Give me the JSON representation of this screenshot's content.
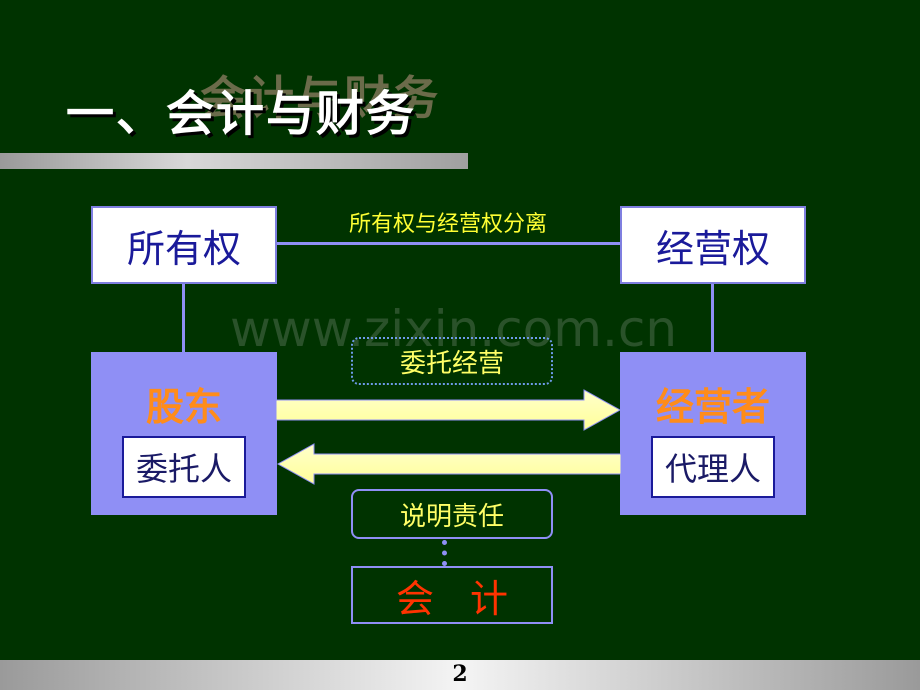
{
  "title": "一、会计与财务",
  "title_shadow": "会计与财务",
  "watermark": "www.zixin.com.cn",
  "separation_label": "所有权与经营权分离",
  "ownership_box": "所有权",
  "management_box": "经营权",
  "shareholder": {
    "title": "股东",
    "role": "委托人"
  },
  "manager": {
    "title": "经营者",
    "role": "代理人"
  },
  "entrust_label": "委托经营",
  "explain_label": "说明责任",
  "accounting_label": "会计",
  "page_number": "2",
  "colors": {
    "background": "#003300",
    "box_fill": "#8f8ff5",
    "accent_orange": "#ff8c1a",
    "accounting_red": "#ff3300",
    "label_yellow": "#ffff33"
  }
}
